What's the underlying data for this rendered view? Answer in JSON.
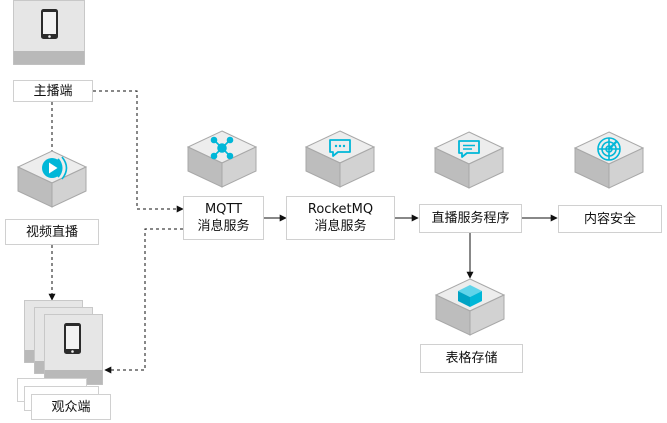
{
  "nodes": {
    "anchor": {
      "label": "主播端"
    },
    "video_live": {
      "label": "视频直播"
    },
    "mqtt": {
      "line1": "MQTT",
      "line2": "消息服务"
    },
    "rocketmq": {
      "line1": "RocketMQ",
      "line2": "消息服务"
    },
    "live_program": {
      "label": "直播服务程序"
    },
    "content_security": {
      "label": "内容安全"
    },
    "table_store": {
      "label": "表格存储"
    },
    "audience": {
      "label": "观众端",
      "back_label_1": "",
      "back_label_2": ""
    }
  },
  "colors": {
    "accent": "#00b7d8",
    "cube_top": "#ededed",
    "cube_left": "#bdbdbd",
    "cube_right": "#d2d2d2",
    "phone": "#2b2b2b",
    "arrow": "#111111"
  },
  "icons": {
    "anchor": "smartphone-icon",
    "video_live": "live-video-icon",
    "mqtt": "mqtt-hub-icon",
    "rocketmq": "message-queue-icon",
    "live_program": "chat-bubble-icon",
    "content_security": "security-radar-icon",
    "table_store": "table-store-icon",
    "audience": "smartphone-icon"
  }
}
